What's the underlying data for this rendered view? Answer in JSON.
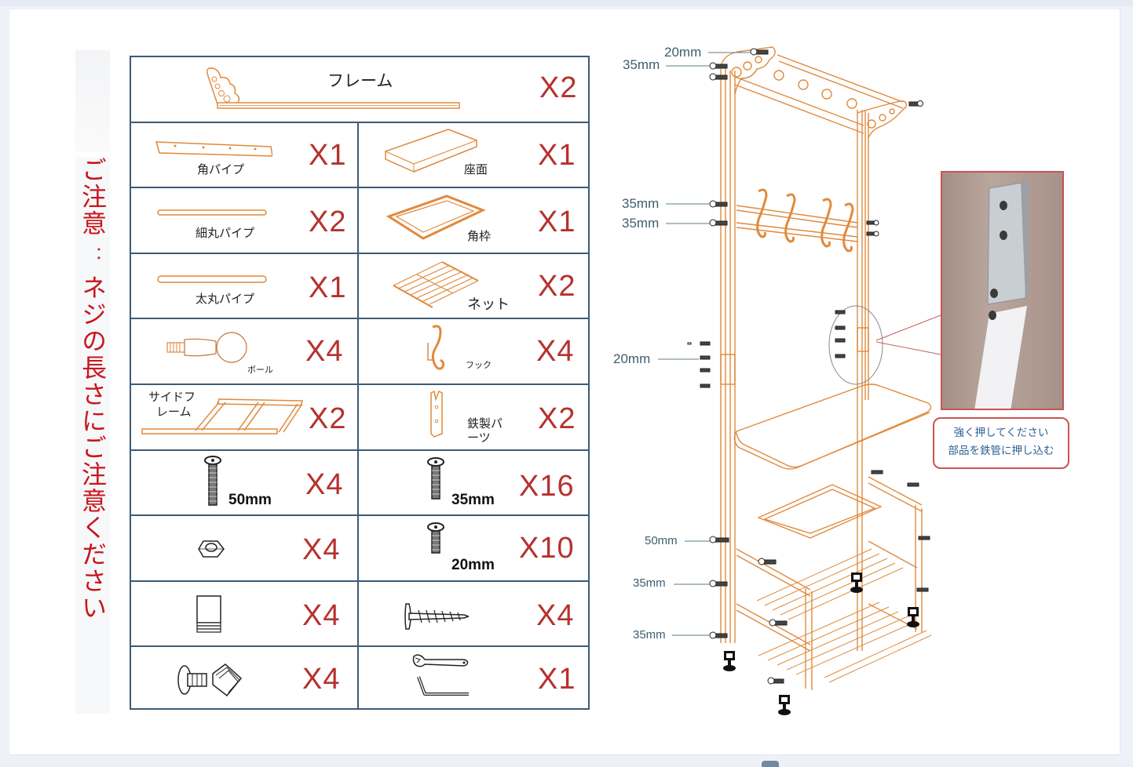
{
  "note": {
    "text": "ご注意：ネジの長さにご注意ください",
    "part1": "ご注意",
    "colon": "：",
    "part2": "ネジの長さにご注意ください"
  },
  "parts_table": {
    "rows": [
      {
        "full": {
          "name": "フレーム",
          "qty": "X2",
          "icon": "frame-part-icon"
        }
      },
      {
        "left": {
          "name": "角パイプ",
          "qty": "X1",
          "icon": "square-pipe-icon"
        },
        "right": {
          "name": "座面",
          "qty": "X1",
          "icon": "seat-board-icon"
        }
      },
      {
        "left": {
          "name": "細丸パイプ",
          "qty": "X2",
          "icon": "thin-round-pipe-icon"
        },
        "right": {
          "name": "角枠",
          "qty": "X1",
          "icon": "square-frame-icon"
        }
      },
      {
        "left": {
          "name": "太丸パイプ",
          "qty": "X1",
          "icon": "thick-round-pipe-icon"
        },
        "right": {
          "name": "ネット",
          "qty": "X2",
          "icon": "net-shelf-icon"
        }
      },
      {
        "left": {
          "name": "ボール",
          "qty": "X4",
          "icon": "ball-knob-icon"
        },
        "right": {
          "name": "フック",
          "qty": "X4",
          "icon": "hook-icon"
        }
      },
      {
        "left": {
          "name": "サイドフレーム",
          "name_line1": "サイドフ",
          "name_line2": "レーム",
          "qty": "X2",
          "icon": "side-frame-icon"
        },
        "right": {
          "name": "鉄製パーツ",
          "name_line1": "鉄製パ",
          "name_line2": "ーツ",
          "qty": "X2",
          "icon": "iron-part-icon"
        }
      },
      {
        "left": {
          "name": "50mm",
          "qty": "X4",
          "icon": "bolt-50mm-icon"
        },
        "right": {
          "name": "35mm",
          "qty": "X16",
          "icon": "bolt-35mm-icon"
        }
      },
      {
        "left": {
          "name": "",
          "qty": "X4",
          "icon": "hex-nut-icon"
        },
        "right": {
          "name": "20mm",
          "qty": "X10",
          "icon": "bolt-20mm-icon"
        }
      },
      {
        "left": {
          "name": "",
          "qty": "X4",
          "icon": "foot-cap-icon"
        },
        "right": {
          "name": "",
          "qty": "X4",
          "icon": "wood-screw-icon"
        }
      },
      {
        "left": {
          "name": "",
          "qty": "X4",
          "icon": "adjustable-foot-icon"
        },
        "right": {
          "name": "",
          "qty": "X1",
          "icon": "wrench-hex-key-icon"
        }
      }
    ]
  },
  "diagram": {
    "labels": [
      "20mm",
      "35mm",
      "35mm",
      "35mm",
      "20mm",
      "50mm",
      "35mm",
      "35mm"
    ]
  },
  "callout": {
    "line1": "強く押してください",
    "line2": "部品を鉄管に押し込む"
  },
  "colors": {
    "table_border": "#3e5a76",
    "quantity": "#b5322f",
    "note": "#c8161d",
    "part_outline": "#e08a3c",
    "label": "#3d5f6e",
    "callout_border": "#c7564f",
    "callout_text": "#2c5f92"
  }
}
